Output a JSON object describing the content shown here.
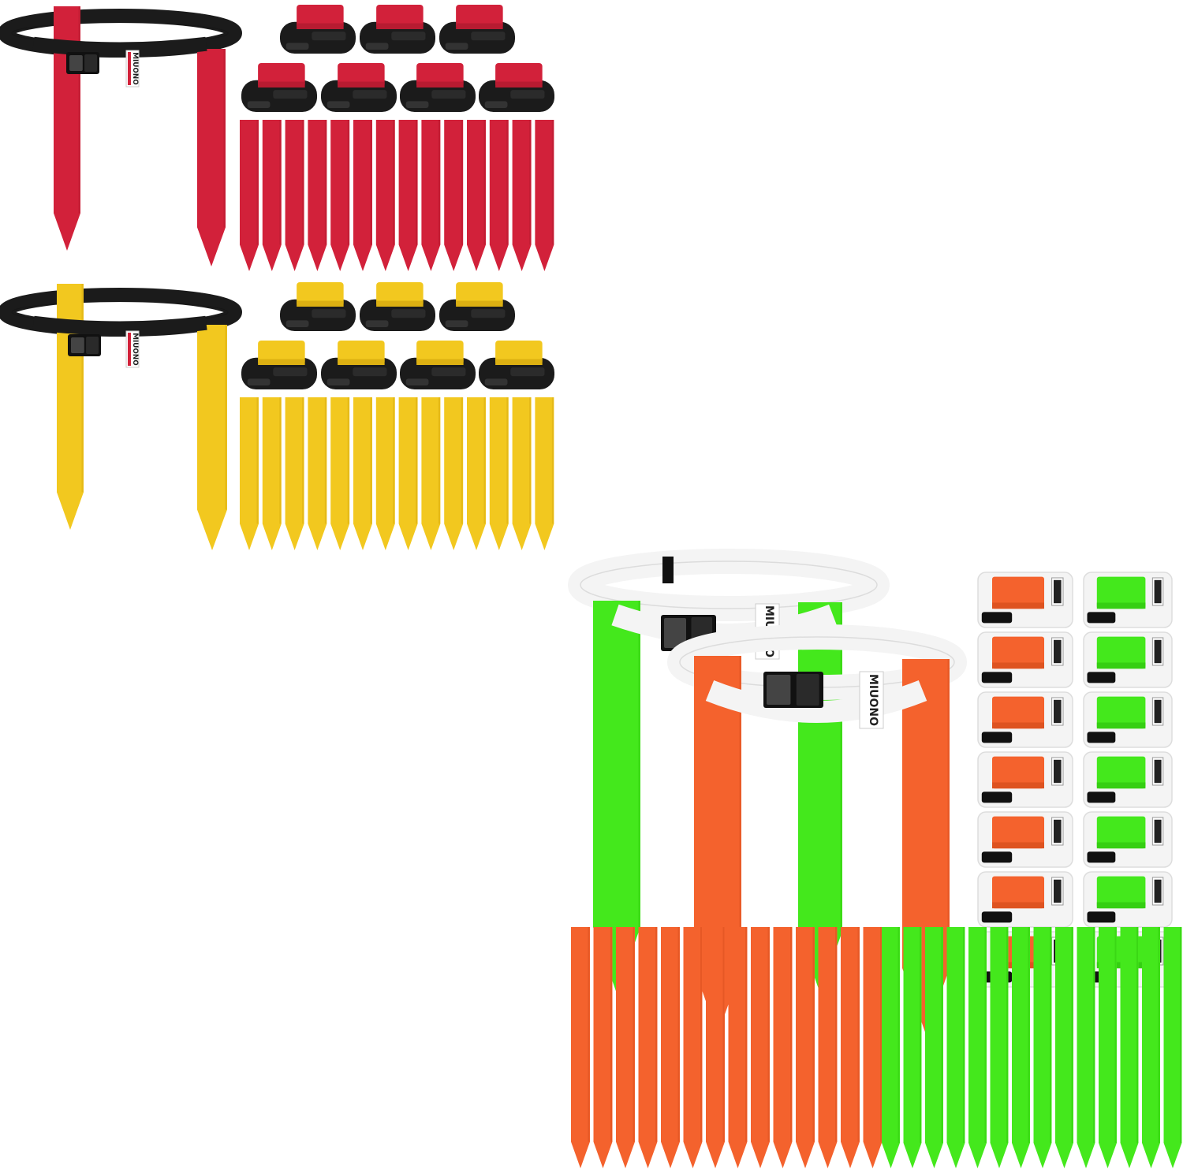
{
  "brand": {
    "logo_text": "MIUONO",
    "logo_color_dark": "#1f1f1f",
    "logo_color_light": "#ffffff"
  },
  "colors": {
    "red": "#d2213a",
    "red_dark": "#b81b31",
    "yellow": "#f2c81f",
    "yellow_dark": "#dcb012",
    "orange": "#f4622d",
    "orange_dark": "#de5320",
    "green": "#44e81c",
    "green_dark": "#35cf12",
    "black_strap": "#1b1b1b",
    "white_strap": "#f4f4f4",
    "buckle": "#111111"
  },
  "sets": [
    {
      "id": "red-set",
      "flag_color": "red",
      "strap_color": "black_strap",
      "loose_flags": 14,
      "folded_belts": 7
    },
    {
      "id": "yellow-set",
      "flag_color": "yellow",
      "strap_color": "black_strap",
      "loose_flags": 14,
      "folded_belts": 7
    },
    {
      "id": "orange-green-set",
      "flag_colors": [
        "orange",
        "green"
      ],
      "strap_color": "white_strap",
      "loose_flags_per_color": 14,
      "folded_belts_per_color": 7
    }
  ]
}
